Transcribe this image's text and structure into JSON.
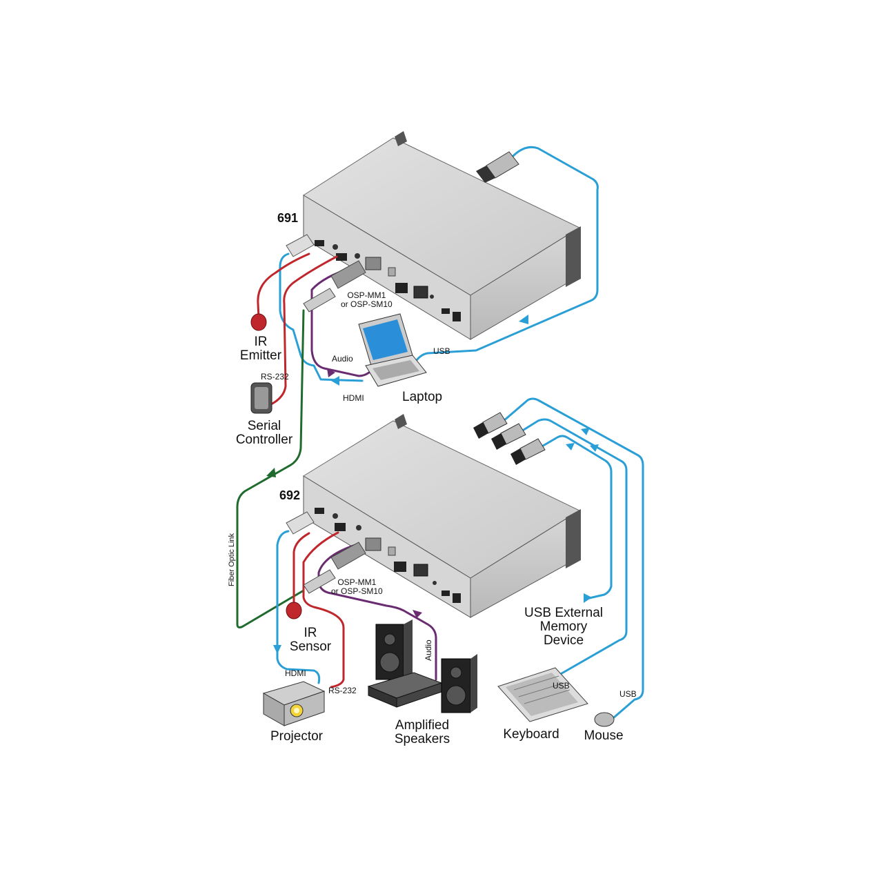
{
  "devices": {
    "transmitter_model": "691",
    "receiver_model": "692",
    "sfp_module": [
      "OSP-MM1",
      "or OSP-SM10"
    ]
  },
  "labels": {
    "ir_emitter": [
      "IR",
      "Emitter"
    ],
    "serial_controller": [
      "Serial",
      "Controller"
    ],
    "laptop": "Laptop",
    "ir_sensor": [
      "IR",
      "Sensor"
    ],
    "projector": "Projector",
    "amplified_speakers": [
      "Amplified",
      "Speakers"
    ],
    "usb_external_memory": [
      "USB External",
      "Memory",
      "Device"
    ],
    "keyboard": "Keyboard",
    "mouse": "Mouse"
  },
  "cables": {
    "rs232_top": "RS-232",
    "audio_top": "Audio",
    "hdmi_top": "HDMI",
    "usb_top": "USB",
    "fiber_optic_link": "Fiber Optic Link",
    "hdmi_bottom": "HDMI",
    "rs232_bottom": "RS-232",
    "audio_bottom": "Audio",
    "usb_keyboard": "USB",
    "usb_mouse": "USB"
  },
  "colors": {
    "usb_hdmi_cable": "#2a9fd6",
    "rs232_ir_cable": "#c0272d",
    "audio_cable": "#6a2c70",
    "fiber_cable": "#1f6b2e"
  }
}
